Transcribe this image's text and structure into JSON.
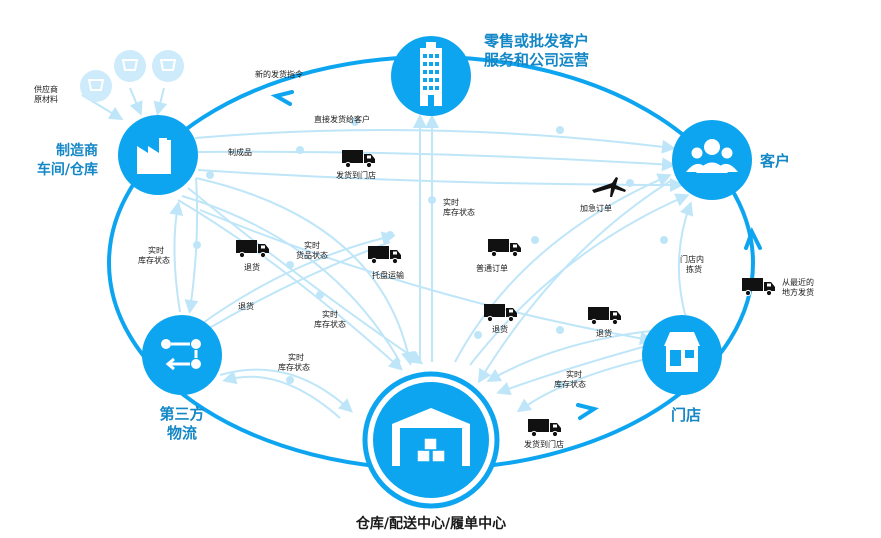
{
  "colors": {
    "primary": "#0ea5f0",
    "arrow_light": "#bfe6f8",
    "text_dark": "#1a1a1a",
    "label_blue": "#1487c6",
    "white": "#ffffff"
  },
  "nodes": {
    "retail": {
      "title_line1": "零售或批发客户",
      "title_line2": "服务和公司运营",
      "icon": "building-icon"
    },
    "manufacturer": {
      "title_line1": "制造商",
      "title_line2": "车间/仓库",
      "icon": "factory-icon"
    },
    "customer": {
      "title": "客户",
      "icon": "people-icon"
    },
    "third_party": {
      "title_line1": "第三方",
      "title_line2": "物流",
      "icon": "flow-icon"
    },
    "store": {
      "title": "门店",
      "icon": "store-icon"
    },
    "warehouse": {
      "title": "仓库/配送中心/履单中心",
      "icon": "warehouse-icon"
    }
  },
  "supplier": {
    "label_line1": "供应商",
    "label_line2": "原材料",
    "icon": "cart-icon"
  },
  "labels": {
    "new_shipping": "新的发货指令",
    "direct_ship": "直接发货给客户",
    "finished_goods": "制成品",
    "ship_to_store_top": "发货到门店",
    "rt_inventory_center_1": "实时",
    "rt_inventory_center_2": "库存状态",
    "expedited_order": "加急订单",
    "rt_inventory_left_1": "实时",
    "rt_inventory_left_2": "库存状态",
    "return_goods_left": "退货",
    "rt_goods_1": "实时",
    "rt_goods_2": "货品状态",
    "pallet_transport": "托盘运输",
    "regular_order": "普通订单",
    "store_pick_1": "门店内",
    "store_pick_2": "拣货",
    "nearest_ship_1": "从最近的",
    "nearest_ship_2": "地方发货",
    "return_lower": "退货",
    "rt_inventory_mid_1": "实时",
    "rt_inventory_mid_2": "库存状态",
    "return_mid": "退货",
    "return_right": "退货",
    "rt_inventory_bl_1": "实时",
    "rt_inventory_bl_2": "库存状态",
    "rt_inventory_br_1": "实时",
    "rt_inventory_br_2": "库存状态",
    "ship_to_store_bottom": "发货到门店"
  }
}
